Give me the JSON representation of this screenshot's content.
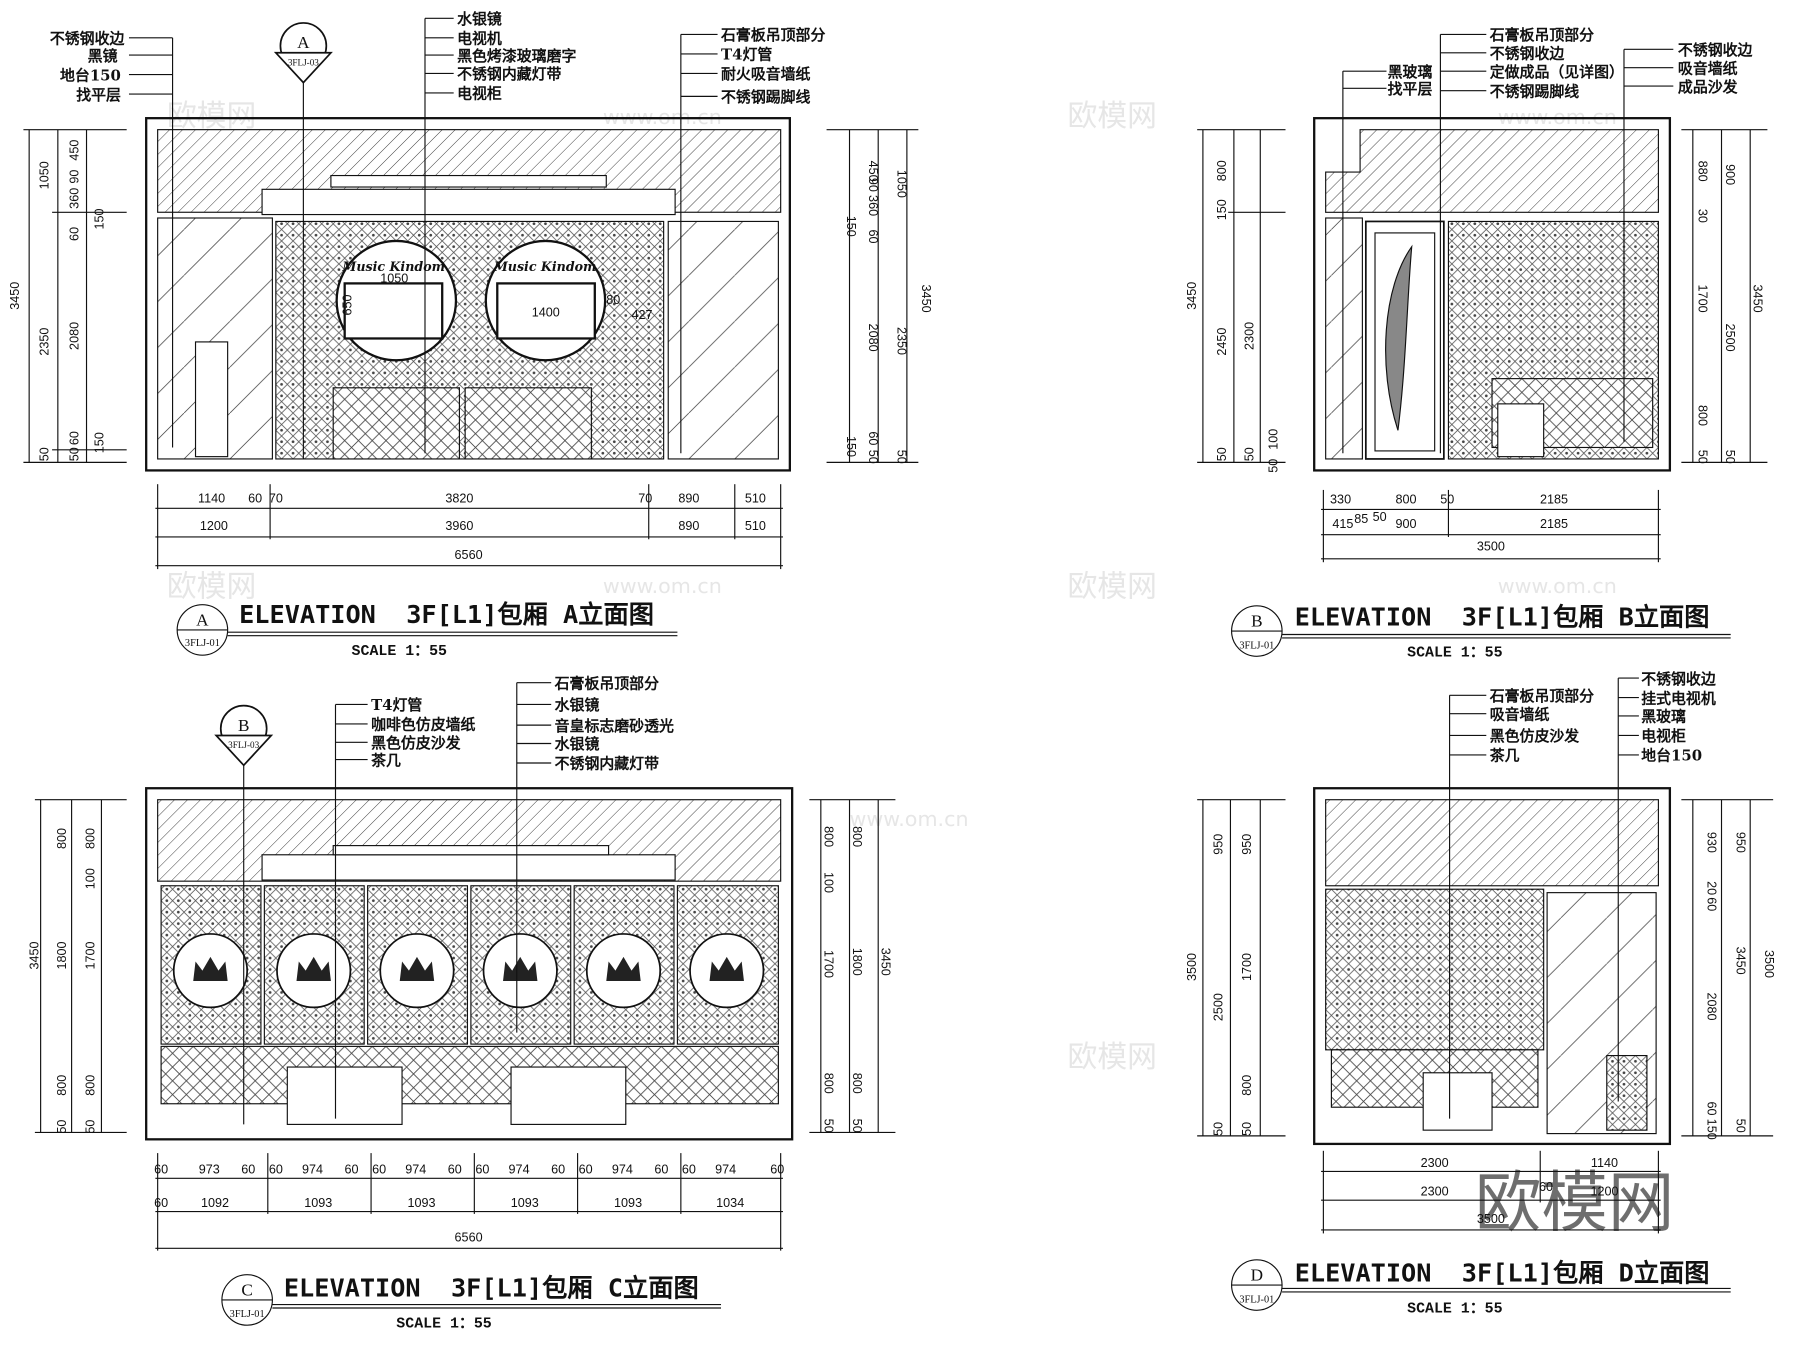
{
  "watermark": {
    "brand": "欧模网",
    "site": "www.om.cn"
  },
  "elevations": {
    "A": {
      "title": "ELEVATION  3F[L1]包厢 A立面图",
      "scale": "SCALE 1：55",
      "marker_letter": "A",
      "marker_ref": "3FLJ-01",
      "section_marker": {
        "letter": "A",
        "ref": "3FLJ-03"
      },
      "callouts_left": [
        "不锈钢收边",
        "黑镜",
        "地台150",
        "找平层"
      ],
      "callouts_mid": [
        "水银镜",
        "电视机",
        "黑色烤漆玻璃磨字",
        "不锈钢内藏灯带",
        "电视柜"
      ],
      "callouts_right": [
        "石膏板吊顶部分",
        "T4灯管",
        "耐火吸音墙纸",
        "不锈钢踢脚线"
      ],
      "inner_text": [
        "Music Kindom",
        "Music Kindom",
        "1050",
        "650",
        "1400",
        "80",
        "427"
      ],
      "dims_row1": [
        "1140",
        "60",
        "70",
        "3820",
        "70",
        "890",
        "510"
      ],
      "dims_row2": [
        "1200",
        "3960",
        "890",
        "510"
      ],
      "dims_total": "6560",
      "vdims_left_outer": "3450",
      "vdims_left_mid": [
        "1050",
        "2350",
        "50"
      ],
      "vdims_left_inner": [
        "450",
        "90",
        "360",
        "60",
        "150",
        "2080",
        "60",
        "150",
        "50"
      ],
      "vdims_right_inner": [
        "450",
        "90",
        "360",
        "150",
        "60",
        "2080",
        "60",
        "150",
        "50"
      ],
      "vdims_right_mid": [
        "1050",
        "2350",
        "50"
      ],
      "vdims_right_outer": "3450"
    },
    "B": {
      "title": "ELEVATION  3F[L1]包厢 B立面图",
      "scale": "SCALE 1：55",
      "marker_letter": "B",
      "marker_ref": "3FLJ-01",
      "callouts_left": [
        "黑玻璃",
        "找平层"
      ],
      "callouts_mid": [
        "石膏板吊顶部分",
        "不锈钢收边",
        "定做成品（见详图）",
        "不锈钢踢脚线"
      ],
      "callouts_right": [
        "不锈钢收边",
        "吸音墙纸",
        "成品沙发"
      ],
      "dims_row1": [
        "330",
        "800",
        "50",
        "2185"
      ],
      "dims_row2": [
        "415",
        "85",
        "50",
        "900",
        "2185"
      ],
      "dims_total": "3500",
      "vdims_left_outer": "3450",
      "vdims_left_mid": [
        "2450",
        "50"
      ],
      "vdims_left_inner": [
        "800",
        "150",
        "2300",
        "50",
        "100",
        "50"
      ],
      "vdims_right_inner": [
        "880",
        "30",
        "1700",
        "800",
        "50"
      ],
      "vdims_right_mid": [
        "900",
        "2500",
        "50"
      ],
      "vdims_right_outer": "3450"
    },
    "C": {
      "title": "ELEVATION  3F[L1]包厢 C立面图",
      "scale": "SCALE 1：55",
      "marker_letter": "C",
      "marker_ref": "3FLJ-01",
      "section_marker": {
        "letter": "B",
        "ref": "3FLJ-03"
      },
      "callouts_left": [
        "T4灯管",
        "咖啡色仿皮墙纸",
        "黑色仿皮沙发",
        "茶几"
      ],
      "callouts_right": [
        "石膏板吊顶部分",
        "水银镜",
        "音皇标志磨砂透光",
        "水银镜",
        "不锈钢内藏灯带"
      ],
      "dims_row1": [
        "60",
        "973",
        "60",
        "60",
        "974",
        "60",
        "60",
        "974",
        "60",
        "60",
        "974",
        "60",
        "60",
        "974",
        "60",
        "60",
        "974",
        "60"
      ],
      "dims_row2": [
        "60",
        "1092",
        "1093",
        "1093",
        "1093",
        "1093",
        "1034"
      ],
      "dims_total": "6560",
      "vdims_left_outer": "3450",
      "vdims_left_mid": [
        "800",
        "1800",
        "800",
        "50"
      ],
      "vdims_left_inner": [
        "800",
        "100",
        "1700",
        "800",
        "50"
      ],
      "vdims_right_inner": [
        "800",
        "100",
        "1700",
        "800",
        "50"
      ],
      "vdims_right_mid": [
        "800",
        "1800",
        "800",
        "50"
      ],
      "vdims_right_outer": "3450"
    },
    "D": {
      "title": "ELEVATION  3F[L1]包厢 D立面图",
      "scale": "SCALE 1：55",
      "marker_letter": "D",
      "marker_ref": "3FLJ-01",
      "callouts_left": [
        "石膏板吊顶部分",
        "吸音墙纸",
        "黑色仿皮沙发",
        "茶几"
      ],
      "callouts_right": [
        "不锈钢收边",
        "挂式电视机",
        "黑玻璃",
        "电视柜",
        "地台150"
      ],
      "dims_row1": [
        "2300",
        "1140"
      ],
      "dims_row2": [
        "2300",
        "60",
        "1200"
      ],
      "dims_total": "3500",
      "vdims_left_outer": "3500",
      "vdims_left_mid": [
        "950",
        "2500",
        "50"
      ],
      "vdims_left_inner": [
        "950",
        "1700",
        "800",
        "50"
      ],
      "vdims_right_inner": [
        "930",
        "60",
        "20",
        "2080",
        "60",
        "150"
      ],
      "vdims_right_mid": [
        "950",
        "3450",
        "50"
      ],
      "vdims_right_outer": "3500"
    }
  }
}
